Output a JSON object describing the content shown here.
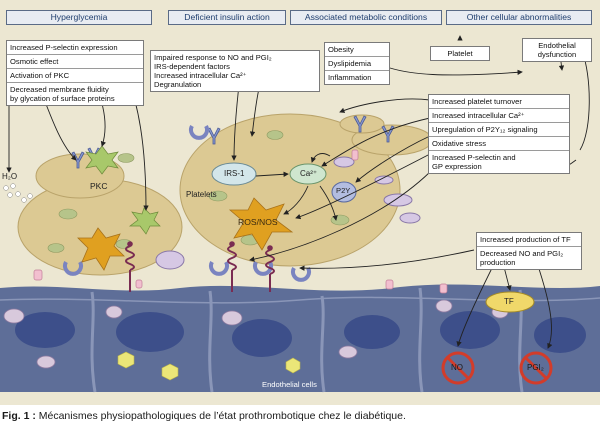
{
  "headers": {
    "hyperglycemia": "Hyperglycemia",
    "insulin": "Deficient insulin action",
    "metabolic": "Associated metabolic conditions",
    "other": "Other cellular abnormalities"
  },
  "hyperglycemia_items": [
    "Increased P-selectin expression",
    "Osmotic effect",
    "Activation of PKC",
    "Decreased membrane fluidity",
    "by glycation of surface proteins"
  ],
  "insulin_items": [
    "Impaired response to NO and PGI₂",
    "IRS-dependent factors",
    "Increased intracellular Ca²⁺",
    "Degranulation"
  ],
  "metabolic_items": [
    "Obesity",
    "Dyslipidemia",
    "Inflammation"
  ],
  "platelet_box": "Platelet",
  "endothelial_box": [
    "Endothelial",
    "dysfunction"
  ],
  "platelet_abnormalities": [
    "Increased platelet turnover",
    "Increased intracellular Ca²⁺",
    "Upregulation of P2Y₁₂ signaling",
    "Oxidative stress",
    "Increased P-selectin and",
    "GP expression"
  ],
  "endothelial_abnormalities": [
    "Increased production of TF",
    "Decreased NO and PGI₂",
    "production"
  ],
  "diagram_labels": {
    "h2o": "H₂O",
    "pkc": "PKC",
    "platelets": "Platelets",
    "irs1": "IRS-1",
    "ca": "Ca²⁺",
    "p2y": "P2Y",
    "ros": "ROS/NOS",
    "tf": "TF",
    "no": "NO",
    "pgi": "PGI₂",
    "endothelial_cells": "Endothelial cells"
  },
  "caption": {
    "prefix": "Fig. 1 :",
    "text": " Mécanismes physiopathologiques de l’état prothrombotique chez le diabétique."
  },
  "colors": {
    "platelet_fill": "#dcc993",
    "endothelium": "#5e6e98",
    "nucleus": "#3d4f8a",
    "header_text": "#1f3e6e",
    "inhibit_red": "#d23c2a",
    "ros_star": "#e0a020"
  }
}
